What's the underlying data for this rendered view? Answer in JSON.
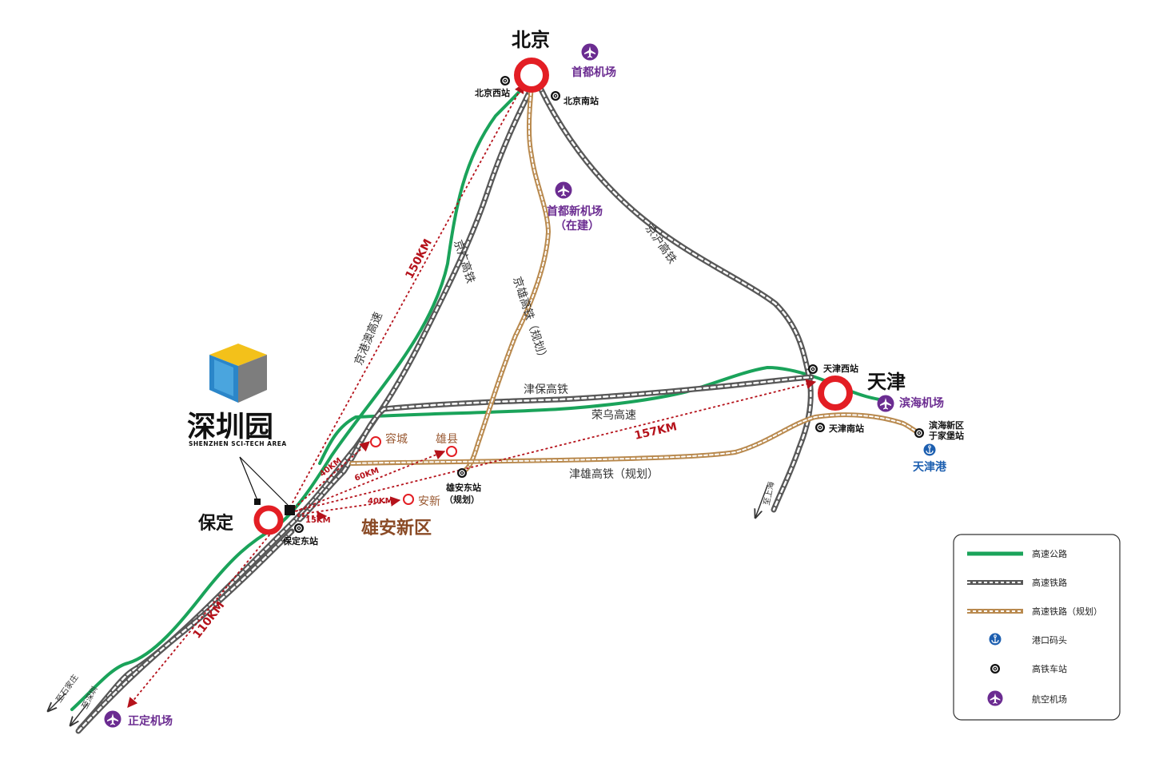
{
  "colors": {
    "expressway": "#1aa35a",
    "rail": "#585858",
    "rail_planned": "#b98a4f",
    "city_ring": "#e31e24",
    "distance": "#b5121b",
    "airport": "#6b2c91",
    "port": "#1d5fb0",
    "xiongan": "#8a4a25"
  },
  "cities": {
    "beijing": "北京",
    "tianjin": "天津",
    "baoding": "保定"
  },
  "stations": {
    "beijing_west": "北京西站",
    "beijing_south": "北京南站",
    "tianjin_west": "天津西站",
    "tianjin_south": "天津南站",
    "baoding_east": "保定东站",
    "binhai_line1": "滨海新区",
    "binhai_line2": "于家堡站",
    "xiongan_east_line1": "雄安东站",
    "xiongan_east_line2": "（规划）"
  },
  "airports": {
    "capital": "首都机场",
    "daxing_line1": "首都新机场",
    "daxing_line2": "（在建）",
    "binhai": "滨海机场",
    "zhengding": "正定机场"
  },
  "port": "天津港",
  "xiongan": {
    "title": "雄安新区",
    "rongcheng": "容城",
    "xiongxian": "雄县",
    "anxin": "安新"
  },
  "distances": {
    "d150": "150KM",
    "d157": "157KM",
    "d110": "110KM",
    "d40a": "40KM",
    "d60": "60KM",
    "d40b": "40KM",
    "d15": "15KM"
  },
  "routes": {
    "jinggang_gaosu": "京港澳高速",
    "jingguang_gaotie": "京广高铁",
    "jingxiong_gaotie": "京雄高铁（规划）",
    "jinghu_gaotie": "京沪高铁",
    "jinbao_gaotie": "津保高铁",
    "rongwu_gaosu": "荣乌高速",
    "jinxiong_gaotie": "津雄高铁（规划）",
    "to_shijiazhuang": "至石家庄",
    "to_shenzhen": "至深圳",
    "to_shanghai": "至上海"
  },
  "logo": {
    "name": "深圳园",
    "subtitle": "SHENZHEN SCI-TECH AREA"
  },
  "legend": {
    "items": [
      {
        "label": "高速公路",
        "icon": "expressway-line"
      },
      {
        "label": "高速铁路",
        "icon": "rail-line"
      },
      {
        "label": "高速铁路（规划）",
        "icon": "planned-rail-line"
      },
      {
        "label": "港口码头",
        "icon": "anchor-icon"
      },
      {
        "label": "高铁车站",
        "icon": "station-icon"
      },
      {
        "label": "航空机场",
        "icon": "airplane-icon"
      }
    ]
  }
}
